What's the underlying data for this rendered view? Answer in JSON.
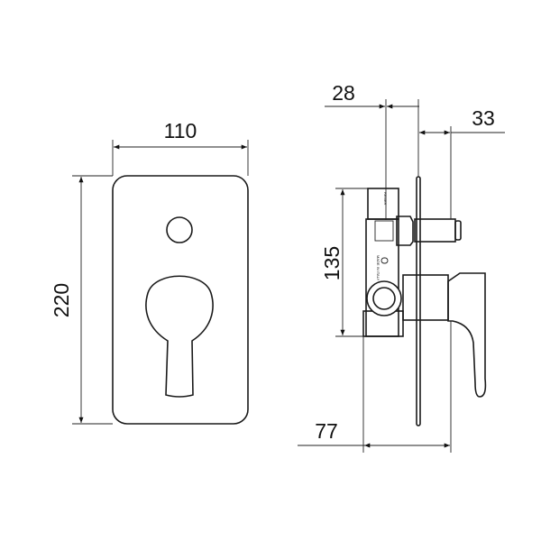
{
  "dimensions": {
    "width": "110",
    "height": "220",
    "body_height": "135",
    "depth_28": "28",
    "depth_33": "33",
    "depth_77": "77"
  },
  "markings": {
    "brand": "REMER",
    "origin": "MADE IN ITALY"
  }
}
